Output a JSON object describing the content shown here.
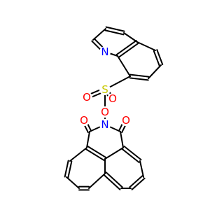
{
  "diagram": {
    "type": "chemical-structure",
    "colors": {
      "bond": "#000000",
      "carbon_bond": "#000000",
      "nitrogen": "#0000ff",
      "oxygen": "#ff0000",
      "sulfur": "#c8c800",
      "background": "#ffffff"
    },
    "atom_labels": [
      {
        "id": "n-quinoline",
        "text": "N",
        "color_key": "nitrogen"
      },
      {
        "id": "s-sulfonyl",
        "text": "S",
        "color_key": "sulfur"
      },
      {
        "id": "o-sulfonyl-left",
        "text": "O",
        "color_key": "oxygen"
      },
      {
        "id": "o-sulfonyl-right",
        "text": "O",
        "color_key": "oxygen"
      },
      {
        "id": "o-ester",
        "text": "O",
        "color_key": "oxygen"
      },
      {
        "id": "n-imide",
        "text": "N",
        "color_key": "nitrogen"
      },
      {
        "id": "o-carbonyl-left",
        "text": "O",
        "color_key": "oxygen"
      },
      {
        "id": "o-carbonyl-right",
        "text": "O",
        "color_key": "oxygen"
      }
    ]
  }
}
